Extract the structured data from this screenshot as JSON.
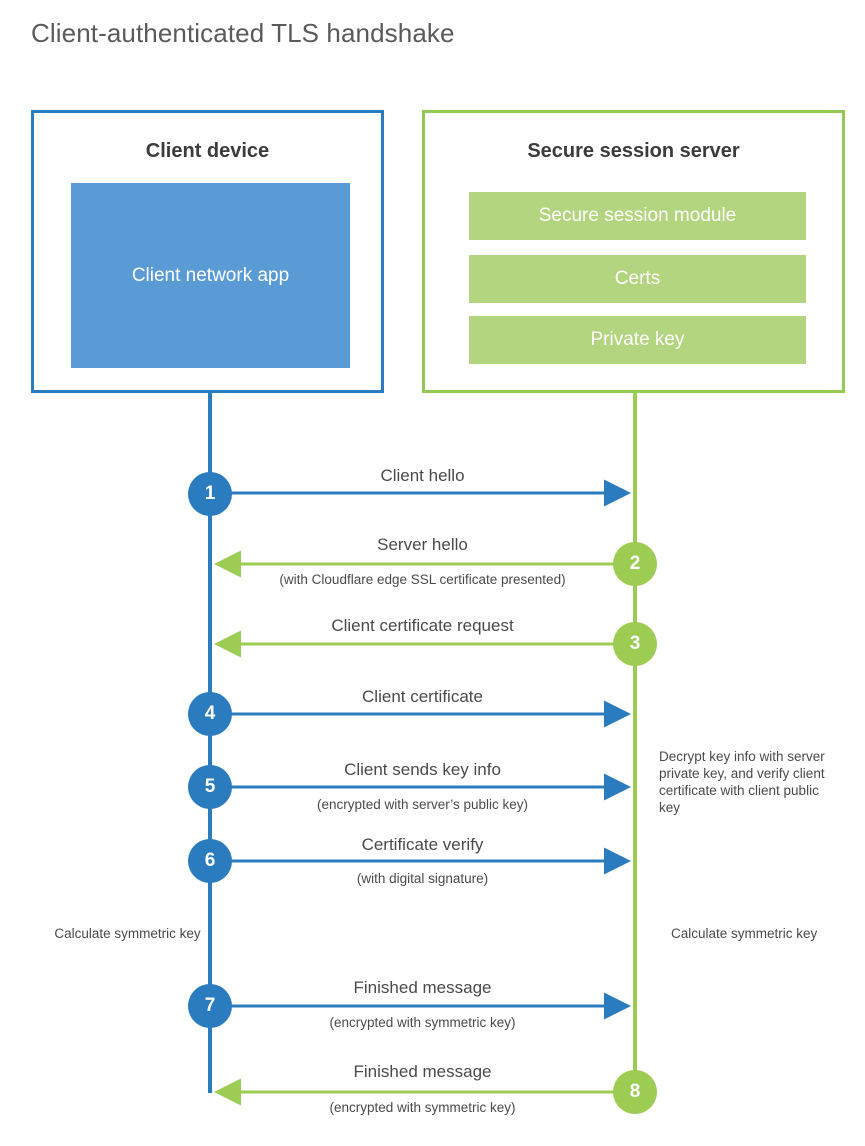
{
  "title": "Client-authenticated TLS handshake",
  "parties": {
    "client": {
      "title": "Client device",
      "app_label": "Client network app",
      "color": "#2b7cbf",
      "app_color": "#5b9bd5"
    },
    "server": {
      "title": "Secure session server",
      "color": "#93c954",
      "bar_color": "#b3d57f",
      "bars": [
        {
          "label": "Secure session module"
        },
        {
          "label": "Certs"
        },
        {
          "label": "Private key"
        }
      ]
    }
  },
  "steps": [
    {
      "number": "1",
      "origin": "client",
      "direction": "to-server",
      "label": "Client hello",
      "sublabel": ""
    },
    {
      "number": "2",
      "origin": "server",
      "direction": "to-client",
      "label": "Server hello",
      "sublabel": "(with Cloudflare edge SSL certificate presented)"
    },
    {
      "number": "3",
      "origin": "server",
      "direction": "to-client",
      "label": "Client certificate request",
      "sublabel": ""
    },
    {
      "number": "4",
      "origin": "client",
      "direction": "to-server",
      "label": "Client certificate",
      "sublabel": ""
    },
    {
      "number": "5",
      "origin": "client",
      "direction": "to-server",
      "label": "Client sends key info",
      "sublabel": "(encrypted with server’s public key)"
    },
    {
      "number": "6",
      "origin": "client",
      "direction": "to-server",
      "label": "Certificate verify",
      "sublabel": "(with digital signature)"
    },
    {
      "number": "7",
      "origin": "client",
      "direction": "to-server",
      "label": "Finished message",
      "sublabel": "(encrypted with symmetric key)"
    },
    {
      "number": "8",
      "origin": "server",
      "direction": "to-client",
      "label": "Finished message",
      "sublabel": "(encrypted with symmetric key)"
    }
  ],
  "notes": {
    "server_decrypt": "Decrypt key info with server private key, and verify client certificate with client public key",
    "client_calculate": "Calculate symmetric key",
    "server_calculate": "Calculate symmetric key"
  }
}
